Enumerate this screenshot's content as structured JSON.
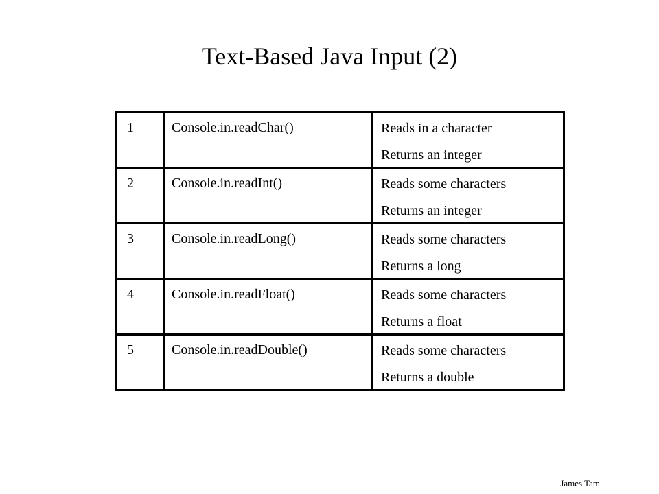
{
  "slide": {
    "title": "Text-Based Java Input (2)",
    "author": "James Tam"
  },
  "table": {
    "rows": [
      {
        "number": "1",
        "method": "Console.in.readChar()",
        "desc_line1": "Reads in a character",
        "desc_line2": "Returns an integer"
      },
      {
        "number": "2",
        "method": "Console.in.readInt()",
        "desc_line1": "Reads some characters",
        "desc_line2": "Returns an integer"
      },
      {
        "number": "3",
        "method": "Console.in.readLong()",
        "desc_line1": "Reads some characters",
        "desc_line2": "Returns a long"
      },
      {
        "number": "4",
        "method": "Console.in.readFloat()",
        "desc_line1": "Reads some characters",
        "desc_line2": "Returns a float"
      },
      {
        "number": "5",
        "method": "Console.in.readDouble()",
        "desc_line1": "Reads some characters",
        "desc_line2": "Returns a double"
      }
    ]
  }
}
